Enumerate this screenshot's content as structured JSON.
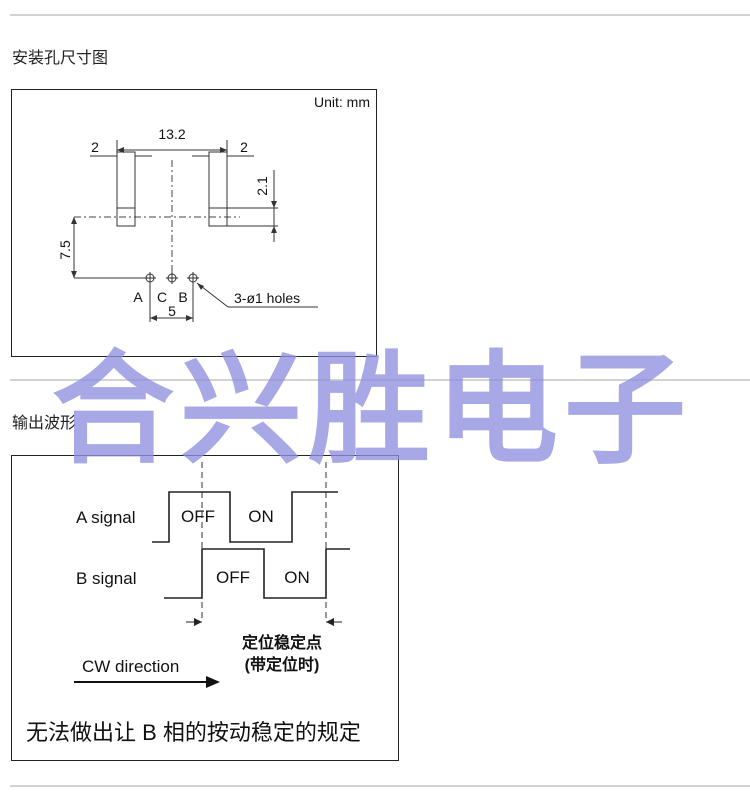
{
  "sections": [
    {
      "title": "安装孔尺寸图"
    },
    {
      "title": "输出波形"
    }
  ],
  "mount_diagram": {
    "unit_label": "Unit: mm",
    "dim_width": "13.2",
    "dim_left_pad": "2",
    "dim_right_pad": "2",
    "dim_height": "2.1",
    "dim_vertical": "7.5",
    "dim_pin_span": "5",
    "pin_a": "A",
    "pin_c": "C",
    "pin_b": "B",
    "holes_label": "3-ø1 holes"
  },
  "waveform": {
    "a_signal": "A signal",
    "b_signal": "B signal",
    "a_off": "OFF",
    "a_on": "ON",
    "b_off": "OFF",
    "b_on": "ON",
    "detent_line1": "定位稳定点",
    "detent_line2": "(带定位时)",
    "direction": "CW direction",
    "note": "无法做出让 B 相的按动稳定的规定"
  },
  "watermark": {
    "text": "合兴胜电子",
    "color": "#8f8fe0"
  }
}
